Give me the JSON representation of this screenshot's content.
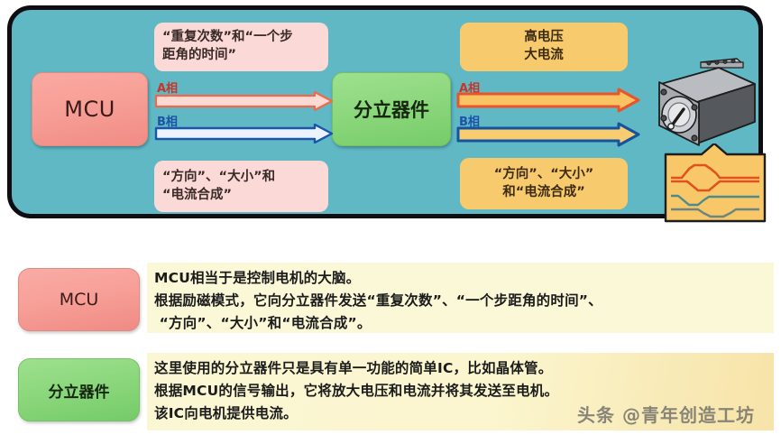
{
  "diagram": {
    "panel_bg": "#5fb8c4",
    "nodes": {
      "mcu": "MCU",
      "discrete": "分立器件"
    },
    "bubbles": {
      "top_left": "“重复次数”和“一个步\n距角的时间”",
      "bottom_left": "“方向”、“大小”和\n“电流合成”",
      "top_right": "高电压\n大电流",
      "bottom_right": "“方向”、“大小”\n和“电流合成”"
    },
    "arrows": {
      "phase_a_label": "A相",
      "phase_b_label": "B相",
      "phase_a_color": "#e8442a",
      "phase_b_color": "#1a55ad",
      "left_fill_a": "#fcdad4",
      "left_fill_b": "#eaf1fb",
      "right_fill_a": "#f9bf5e",
      "right_fill_b": "#f7cf74"
    },
    "motor": {
      "name": "stepper-motor",
      "body_color": "#9a9da2",
      "terminal_count": 4,
      "bolt_count": 4
    },
    "waveform": {
      "name": "current-waveform-callout",
      "bg": "#f8c768",
      "border": "#1d1d1d",
      "traces": [
        {
          "name": "phase-a-current",
          "color": "#e0521f"
        },
        {
          "name": "phase-b-current",
          "color": "#5a8d8c"
        },
        {
          "name": "composite-current",
          "color": "#68807c"
        }
      ]
    }
  },
  "legend": {
    "mcu": {
      "chip_label": "MCU",
      "chip_color": "#f79f97",
      "lines": [
        "MCU相当于是控制电机的大脑。",
        "根据励磁模式，它向分立器件发送“重复次数”、“一个步距角的时间”、",
        " “方向”、“大小”和“电流合成”。"
      ]
    },
    "discrete": {
      "chip_label": "分立器件",
      "chip_color": "#8dd87e",
      "lines": [
        "这里使用的分立器件只是具有单一功能的简单IC，比如晶体管。",
        "根据MCU的信号输出，它将放大电压和电流并将其发送至电机。",
        "该IC向电机提供电流。"
      ]
    }
  },
  "watermark": "头条 @青年创造工坊"
}
